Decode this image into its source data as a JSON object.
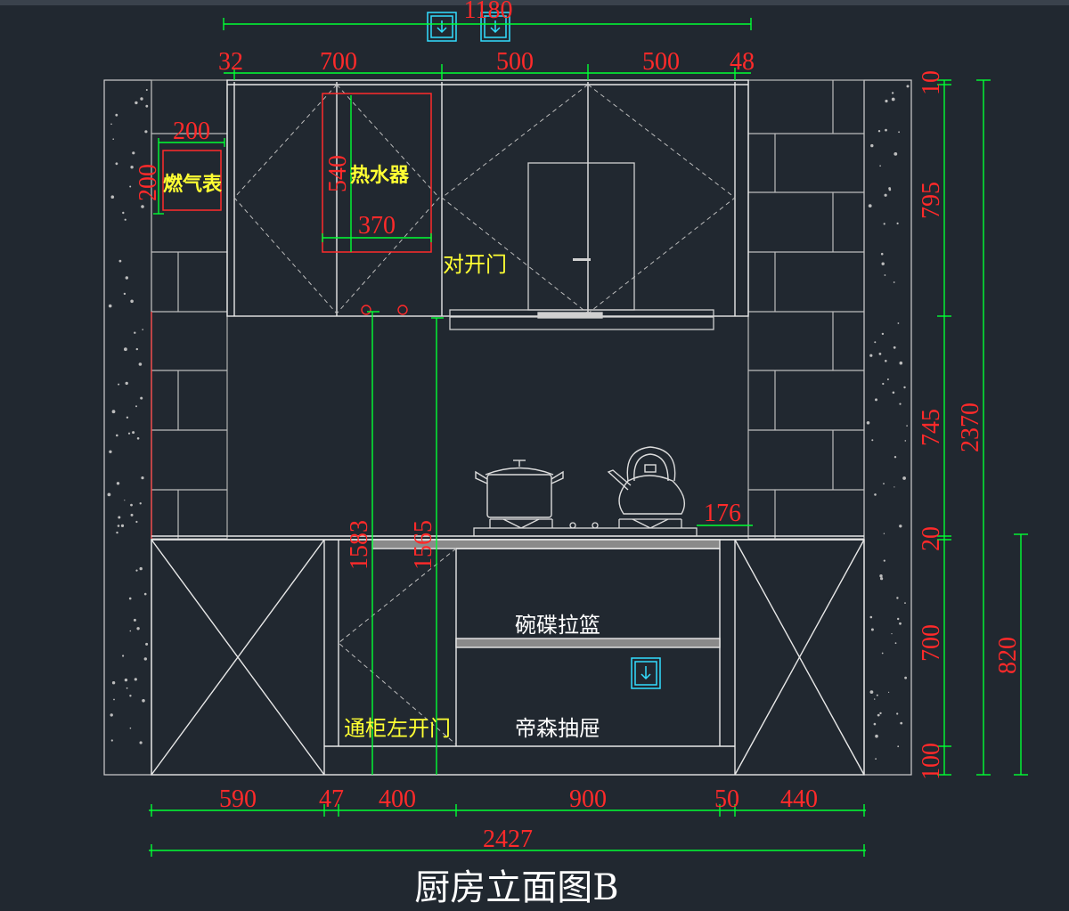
{
  "drawing_title": "厨房立面图B",
  "labels": {
    "gas_meter": "燃气表",
    "water_heater": "热水器",
    "double_door": "对开门",
    "dish_basket": "碗碟拉篮",
    "left_door": "通柜左开门",
    "drawer": "帝森抽屉"
  },
  "dimensions": {
    "top_total": "1180",
    "top_segments": [
      "32",
      "700",
      "500",
      "500",
      "48"
    ],
    "gas_meter_w": "200",
    "gas_meter_h": "200",
    "heater_w": "370",
    "heater_h": "540",
    "right_side": [
      "10",
      "795",
      "745",
      "20",
      "700",
      "100"
    ],
    "total_height": "2370",
    "counter_height": "820",
    "stove_offset": "176",
    "pipe_a": "1583",
    "pipe_b": "1565",
    "bottom_segments": [
      "590",
      "47",
      "400",
      "900",
      "50",
      "440"
    ],
    "bottom_total": "2427"
  },
  "colors": {
    "background": "#212830",
    "outline": "#e8e8e8",
    "dimension_line": "#00ff33",
    "dimension_text": "#ff2a2a",
    "fixture_red": "#ff2a2a",
    "label_yellow": "#ffff33",
    "socket_cyan": "#33ddff"
  },
  "icons": [
    "socket-icon"
  ]
}
